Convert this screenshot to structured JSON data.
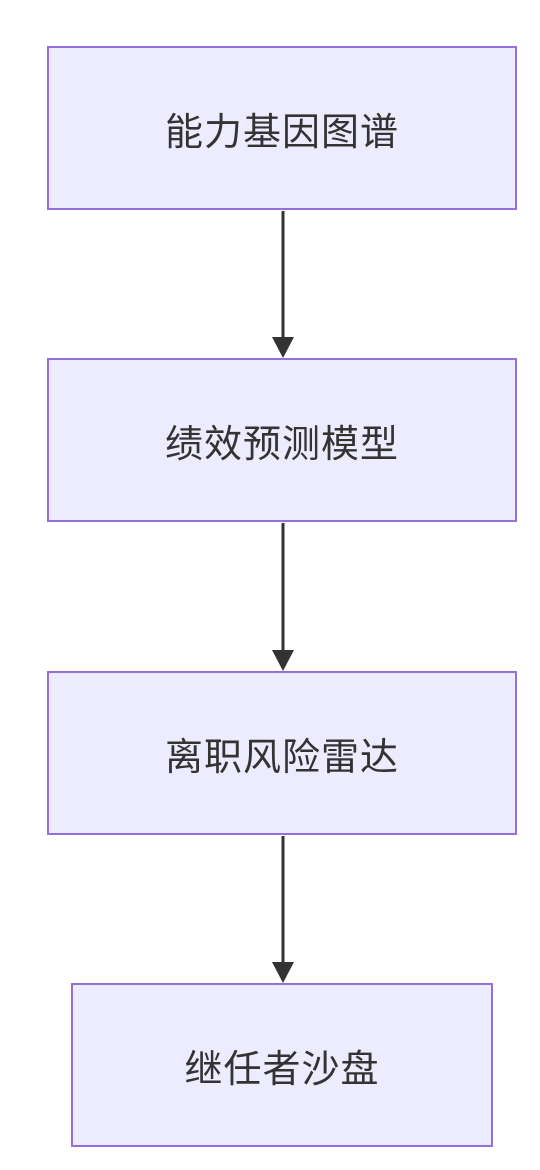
{
  "flowchart": {
    "direction": "top-to-bottom",
    "colors": {
      "node_fill": "#ececfe",
      "node_border": "#9370db",
      "edge": "#333333",
      "text": "#333333"
    },
    "nodes": [
      {
        "id": "n1",
        "label": "能力基因图谱"
      },
      {
        "id": "n2",
        "label": "绩效预测模型"
      },
      {
        "id": "n3",
        "label": "离职风险雷达"
      },
      {
        "id": "n4",
        "label": "继任者沙盘"
      }
    ],
    "edges": [
      {
        "from": "n1",
        "to": "n2"
      },
      {
        "from": "n2",
        "to": "n3"
      },
      {
        "from": "n3",
        "to": "n4"
      }
    ]
  }
}
